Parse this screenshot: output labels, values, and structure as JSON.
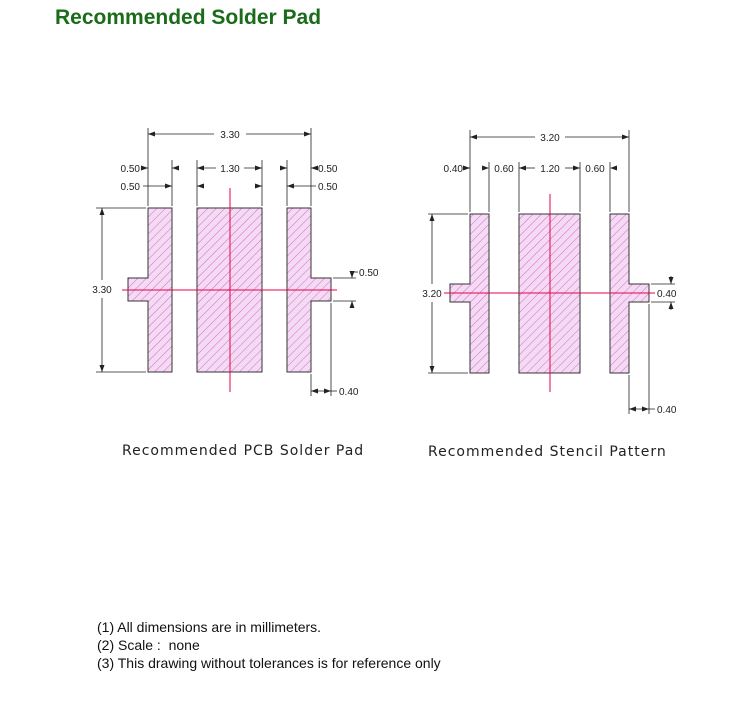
{
  "title": "Recommended Solder Pad",
  "pcb": {
    "caption": "Recommended PCB Solder Pad",
    "dims": {
      "overall_width": "3.30",
      "outer_pad_w_left": "0.50",
      "outer_pad_w_left_2": "0.50",
      "center_pad_w": "1.30",
      "outer_pad_w_right": "0.50",
      "outer_pad_w_right_2": "0.50",
      "overall_height": "3.30",
      "tab_height": "0.50",
      "tab_width": "0.40"
    }
  },
  "stencil": {
    "caption": "Recommended Stencil Pattern",
    "dims": {
      "overall_width": "3.20",
      "tab_width_left": "0.40",
      "outer_pad_w_left": "0.60",
      "center_pad_w": "1.20",
      "outer_pad_w_right": "0.60",
      "overall_height": "3.20",
      "tab_height": "0.40",
      "tab_width_bottom": "0.40"
    }
  },
  "notes": [
    "(1) All dimensions are in millimeters.",
    "(2) Scale :  none",
    "(3) This drawing without tolerances is for reference only"
  ],
  "colors": {
    "title": "#1a6b1a",
    "pad_hatch": "#e060d0",
    "pad_fill": "#f3dcf3",
    "centerline": "#e8004a"
  }
}
